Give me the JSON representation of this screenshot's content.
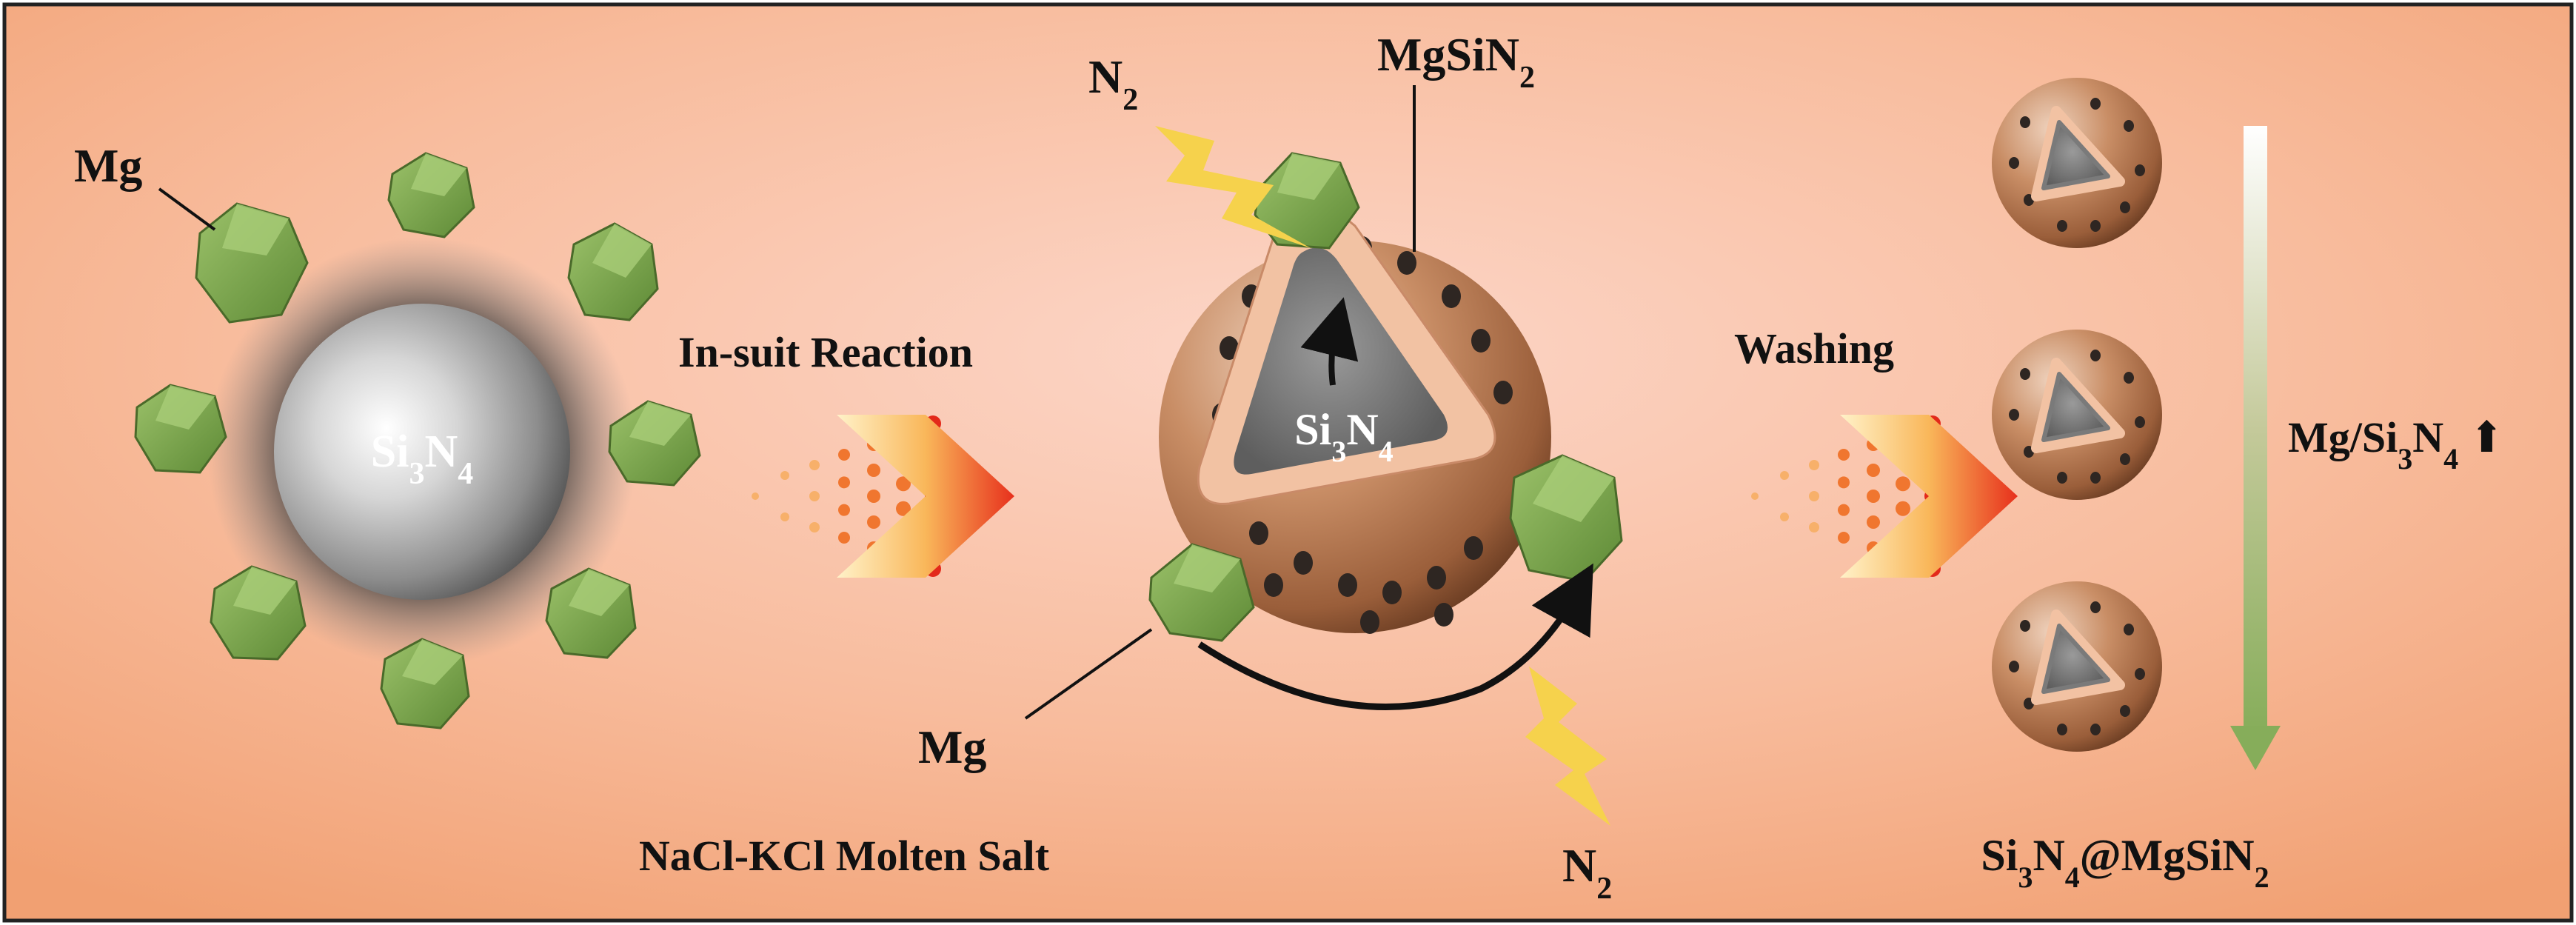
{
  "labels": {
    "mg_left": "Mg",
    "si3n4_core_left": {
      "base": "Si",
      "sub1": "3",
      "mid": "N",
      "sub2": "4"
    },
    "step1": "In-suit Reaction",
    "n2_top": {
      "base": "N",
      "sub": "2"
    },
    "mgsin2_top": {
      "base": "MgSiN",
      "sub": "2"
    },
    "si3n4_core_mid": {
      "base": "Si",
      "sub1": "3",
      "mid": "N",
      "sub2": "4"
    },
    "mg_mid": "Mg",
    "molten_salt": "NaCl-KCl Molten Salt",
    "n2_bottom": {
      "base": "N",
      "sub": "2"
    },
    "step2": "Washing",
    "ratio": {
      "a": "Mg/Si",
      "sub1": "3",
      "b": "N",
      "sub2": "4",
      "arrow": "⬆"
    },
    "product": {
      "a": "Si",
      "sub1": "3",
      "b": "N",
      "sub2": "4",
      "c": "@MgSiN",
      "sub3": "2"
    }
  },
  "colors": {
    "background_center": "#fbd0c0",
    "background_edge": "#f2a47a",
    "mg_particle": "#7aa34a",
    "mgsin2_shell": "#b9784f",
    "core_gray": "#6e6e6e",
    "lightning": "#f6d24c",
    "chevron_hot": "#e7301c"
  }
}
